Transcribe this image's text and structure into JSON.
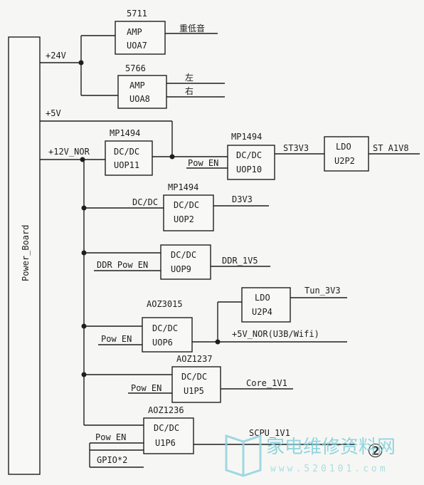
{
  "power_board": {
    "label": "Power_Board"
  },
  "rails": {
    "v24": "+24V",
    "v5": "+5V",
    "v12": "+12V_NOR"
  },
  "blocks": [
    {
      "id": "uoa7",
      "chip": "5711",
      "line1": "AMP",
      "line2": "UOA7"
    },
    {
      "id": "uoa8",
      "chip": "5766",
      "line1": "AMP",
      "line2": "UOA8"
    },
    {
      "id": "uop11",
      "chip": "MP1494",
      "line1": "DC/DC",
      "line2": "UOP11"
    },
    {
      "id": "uop10",
      "chip": "MP1494",
      "line1": "DC/DC",
      "line2": "UOP10"
    },
    {
      "id": "u2p2",
      "chip": "",
      "line1": "LDO",
      "line2": "U2P2"
    },
    {
      "id": "uop2",
      "chip": "MP1494",
      "line1": "DC/DC",
      "line2": "UOP2"
    },
    {
      "id": "uop9",
      "chip": "",
      "line1": "DC/DC",
      "line2": "UOP9"
    },
    {
      "id": "u2p4",
      "chip": "",
      "line1": "LDO",
      "line2": "U2P4"
    },
    {
      "id": "uop6",
      "chip": "AOZ3015",
      "line1": "DC/DC",
      "line2": "UOP6"
    },
    {
      "id": "u1p5",
      "chip": "AOZ1237",
      "line1": "DC/DC",
      "line2": "U1P5"
    },
    {
      "id": "u1p6",
      "chip": "AOZ1236",
      "line1": "DC/DC",
      "line2": "U1P6"
    }
  ],
  "signals": {
    "subwoofer": "重低音",
    "left": "左",
    "right": "右",
    "pow_en_uop10": "Pow EN",
    "st3v3": "ST3V3",
    "st_a1v8": "ST A1V8",
    "dc_dc_in": "DC/DC",
    "d3v3": "D3V3",
    "ddr_pow_en": "DDR Pow EN",
    "ddr_1v5": "DDR_1V5",
    "tun_3v3": "Tun_3V3",
    "pow_en_uop6": "Pow EN",
    "v5_nor": "+5V_NOR(U3B/Wifi)",
    "pow_en_u1p5": "Pow EN",
    "core_1v1": "Core_1V1",
    "pow_en_u1p6": "Pow EN",
    "gpio2": "GPIO*2",
    "scpu_1v1": "SCPU_1V1"
  },
  "page_marker": "②",
  "watermark": {
    "text": "家电维修资料网",
    "url": "www.520101.com"
  }
}
